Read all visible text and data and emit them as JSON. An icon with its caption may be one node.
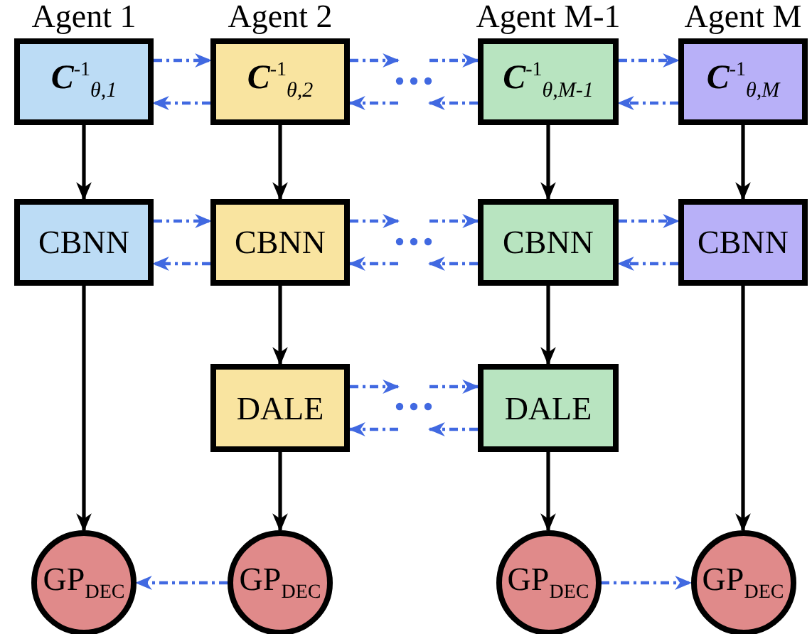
{
  "diagram": {
    "nodes": [
      {
        "text": [
          "Agent 1",
          "**C**$^{-1}$$_{θ,1}$"
        ]
      },
      {
        "text": [
          "Agent 2",
          "**C**$^{-1}$$_{θ,2}$"
        ]
      },
      {
        "text": [
          "Agent M-1",
          "**C**$^{-1}$$_{θ,M-1}$"
        ]
      },
      {
        "text": [
          "Agent M",
          "**C**$^{-1}$$_{θ,M}$"
        ]
      },
      {
        "text": [
          "CBNN"
        ]
      },
      {
        "text": [
          "CBNN"
        ]
      },
      {
        "text": [
          "CBNN"
        ]
      },
      {
        "text": [
          "CBNN"
        ]
      },
      {
        "text": [
          "DALE"
        ]
      },
      {
        "text": [
          "DALE"
        ]
      },
      {
        "text": [
          "GP$_{DEC}$"
        ]
      },
      {
        "text": [
          "GP$_{DEC}$"
        ]
      },
      {
        "text": [
          "GP$_{DEC}$"
        ]
      },
      {
        "text": [
          "GP$_{DEC}$"
        ]
      }
    ],
    "edges": [
      {
        "from": 0,
        "to": 4,
        "arrow": "to",
        "color": "#000000"
      },
      {
        "from": 1,
        "to": 5,
        "arrow": "to",
        "color": "#000000"
      },
      {
        "from": 2,
        "to": 6,
        "arrow": "to",
        "color": "#000000"
      },
      {
        "from": 3,
        "to": 7,
        "arrow": "to",
        "color": "#000000"
      },
      {
        "from": 4,
        "to": 10,
        "arrow": "to",
        "color": "#000000"
      },
      {
        "from": 5,
        "to": 8,
        "arrow": "to",
        "color": "#000000"
      },
      {
        "from": 8,
        "to": 11,
        "arrow": "to",
        "color": "#000000"
      },
      {
        "from": 6,
        "to": 9,
        "arrow": "to",
        "color": "#000000"
      },
      {
        "from": 9,
        "to": 12,
        "arrow": "to",
        "color": "#000000"
      },
      {
        "from": 7,
        "to": 13,
        "arrow": "to",
        "color": "#000000"
      },
      {
        "from": 0,
        "to": 1,
        "arrow": "to",
        "style": "dashed"
      },
      {
        "from": 1,
        "to": 0,
        "arrow": "to",
        "style": "dashed"
      },
      {
        "from": 1,
        "to": null,
        "arrow": "to",
        "style": "dashed"
      },
      {
        "from": null,
        "to": 2,
        "arrow": "to",
        "style": "dashed"
      },
      {
        "from": 2,
        "to": null,
        "arrow": "to",
        "style": "dashed"
      },
      {
        "from": null,
        "to": 1,
        "arrow": "to",
        "style": "dashed"
      },
      {
        "from": 2,
        "to": 3,
        "arrow": "to",
        "style": "dashed"
      },
      {
        "from": 3,
        "to": 2,
        "arrow": "to",
        "style": "dashed"
      },
      {
        "from": 4,
        "to": 5,
        "arrow": "to",
        "style": "dashed"
      },
      {
        "from": 5,
        "to": 4,
        "arrow": "to",
        "style": "dashed"
      },
      {
        "from": 5,
        "to": null,
        "arrow": "to",
        "style": "dashed"
      },
      {
        "from": null,
        "to": 6,
        "arrow": "to",
        "style": "dashed"
      },
      {
        "from": 6,
        "to": null,
        "arrow": "to",
        "style": "dashed"
      },
      {
        "from": null,
        "to": 5,
        "arrow": "to",
        "style": "dashed"
      },
      {
        "from": 6,
        "to": 7,
        "arrow": "to",
        "style": "dashed"
      },
      {
        "from": 7,
        "to": 6,
        "arrow": "to",
        "style": "dashed"
      },
      {
        "from": 8,
        "to": null,
        "arrow": "to",
        "style": "dashed"
      },
      {
        "from": null,
        "to": 9,
        "arrow": "to",
        "style": "dashed"
      },
      {
        "from": 9,
        "to": null,
        "arrow": "to",
        "style": "dashed"
      },
      {
        "from": null,
        "to": 8,
        "arrow": "to",
        "style": "dashed"
      },
      {
        "from": 11,
        "to": 10,
        "arrow": "to",
        "style": "dashed"
      },
      {
        "from": 12,
        "to": 13,
        "arrow": "to",
        "style": "dashed"
      }
    ]
  }
}
